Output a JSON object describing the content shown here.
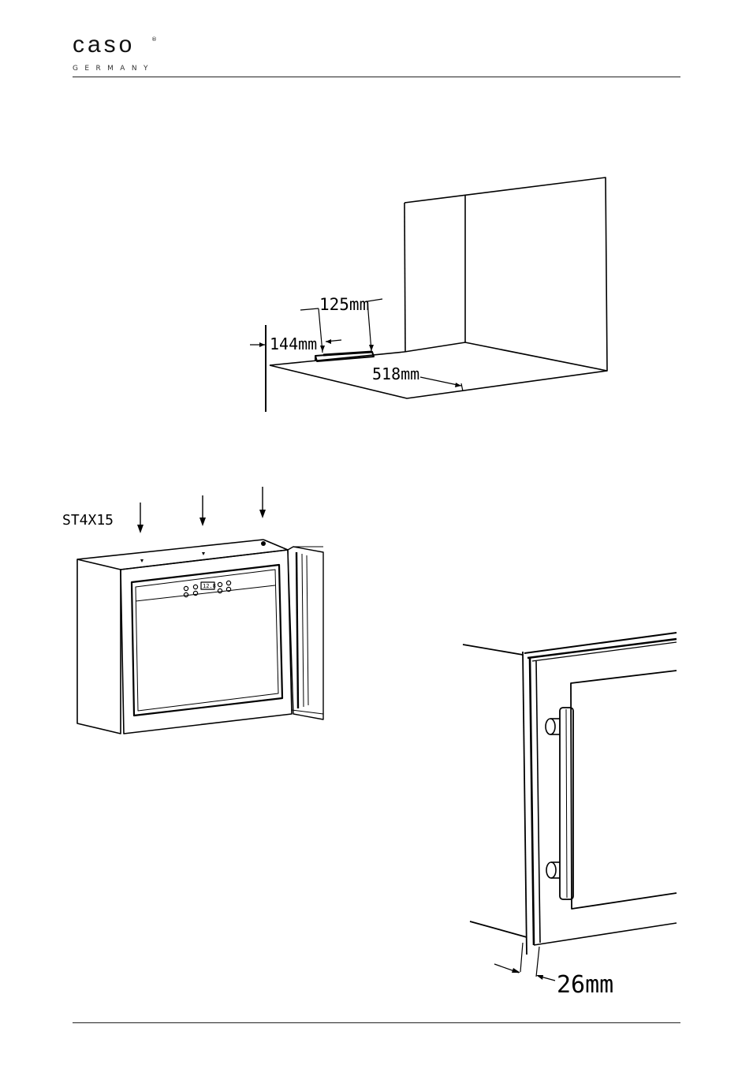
{
  "header": {
    "logo_text": "caso",
    "logo_sub": "GERMANY",
    "logo_mark": "®"
  },
  "figure1": {
    "dim_width": "125mm",
    "dim_side": "144mm",
    "dim_depth": "518mm"
  },
  "figure2": {
    "screw_label": "ST4X15",
    "display_text": "12.8"
  },
  "figure3": {
    "dim_gap": "26mm"
  }
}
